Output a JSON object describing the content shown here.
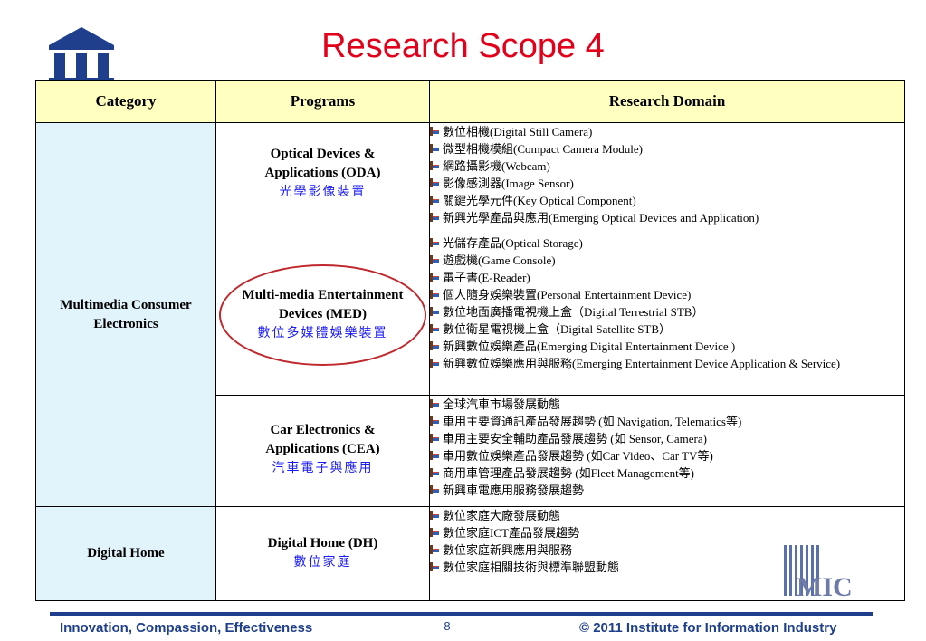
{
  "title": "Research Scope 4",
  "headers": {
    "category": "Category",
    "programs": "Programs",
    "domain": "Research Domain"
  },
  "categories": {
    "multimedia": "Multimedia Consumer Electronics",
    "home": "Digital Home"
  },
  "programs": [
    {
      "name": "Optical Devices & Applications (ODA)",
      "zh": "光學影像裝置",
      "items": [
        "數位相機(Digital Still Camera)",
        "微型相機模組(Compact Camera Module)",
        "網路攝影機(Webcam)",
        "影像感測器(Image Sensor)",
        "關鍵光學元件(Key Optical Component)",
        "新興光學產品與應用(Emerging Optical Devices and Application)"
      ]
    },
    {
      "name": "Multi-media Entertainment Devices (MED)",
      "zh": "數位多媒體娛樂裝置",
      "items": [
        "光儲存產品(Optical Storage)",
        "遊戲機(Game Console)",
        "電子書(E-Reader)",
        "個人隨身娛樂裝置(Personal Entertainment Device)",
        "數位地面廣播電視機上盒（Digital Terrestrial STB）",
        "數位衛星電視機上盒（Digital Satellite STB）",
        "新興數位娛樂產品(Emerging Digital Entertainment Device )",
        "新興數位娛樂應用與服務(Emerging Entertainment Device Application & Service)"
      ]
    },
    {
      "name": "Car Electronics & Applications (CEA)",
      "zh": "汽車電子與應用",
      "items": [
        "全球汽車市場發展動態",
        "車用主要資通訊產品發展趨勢 (如 Navigation, Telematics等)",
        "車用主要安全輔助產品發展趨勢 (如 Sensor, Camera)",
        "車用數位娛樂產品發展趨勢 (如Car Video、Car TV等)",
        "商用車管理產品發展趨勢 (如Fleet Management等)",
        "新興車電應用服務發展趨勢"
      ]
    },
    {
      "name": "Digital Home (DH)",
      "zh": "數位家庭",
      "items": [
        "數位家庭大廠發展動態",
        "數位家庭ICT產品發展趨勢",
        "數位家庭新興應用與服務",
        "數位家庭相關技術與標準聯盟動態"
      ]
    }
  ],
  "mic_logo": "MIC",
  "footer": {
    "tagline": "Innovation, Compassion, Effectiveness",
    "page": "-8-",
    "copyright": "© 2011 Institute for Information Industry"
  },
  "colors": {
    "title": "#e3001b",
    "header_bg": "#ffffc0",
    "category_bg": "#e2f4fb",
    "chinese_text": "#1a1aff",
    "footer": "#1f3f8c",
    "highlight_circle": "#c0282d"
  }
}
